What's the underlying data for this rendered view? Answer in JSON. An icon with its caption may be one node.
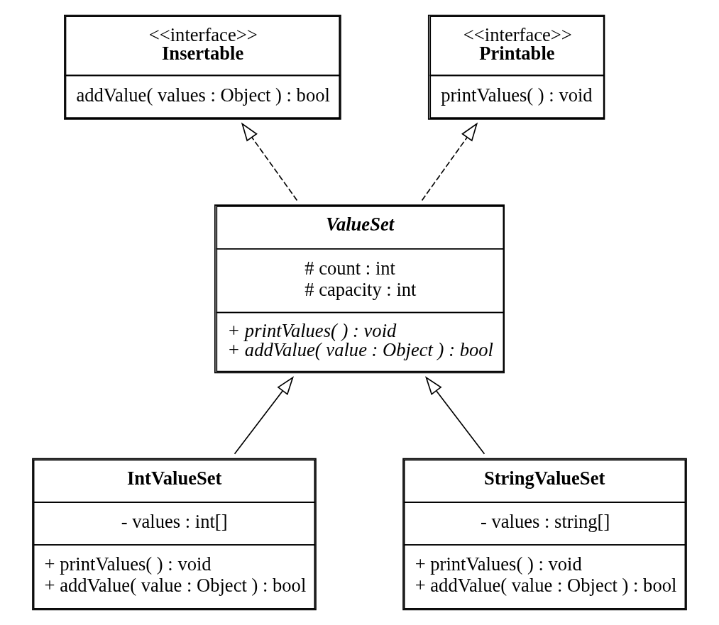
{
  "diagram": {
    "nodes": [
      {
        "text": [
          "<<interface>>",
          "Insertable",
          "addValue( values : Object ) : bool"
        ]
      },
      {
        "text": [
          "<<interface>>",
          "Printable",
          "printValues( ) : void"
        ]
      },
      {
        "text": [
          "ValueSet",
          "# count : int",
          "# capacity : int",
          "+ printValues( ) : void",
          "+ addValue( value : Object ) : bool"
        ]
      },
      {
        "text": [
          "IntValueSet",
          "- values : int[]",
          "+ printValues( ) : void",
          "+ addValue( value : Object ) : bool"
        ]
      },
      {
        "text": [
          "StringValueSet",
          "- values : string[]",
          "+ printValues( ) : void",
          "+ addValue( value : Object ) : bool"
        ]
      }
    ],
    "edges": [
      {
        "from": 2,
        "to": 0,
        "arrow": "to",
        "style": "dashed"
      },
      {
        "from": 2,
        "to": 1,
        "arrow": "to",
        "style": "dashed"
      },
      {
        "from": 3,
        "to": 2,
        "arrow": "to"
      },
      {
        "from": 4,
        "to": 2,
        "arrow": "to"
      }
    ]
  }
}
